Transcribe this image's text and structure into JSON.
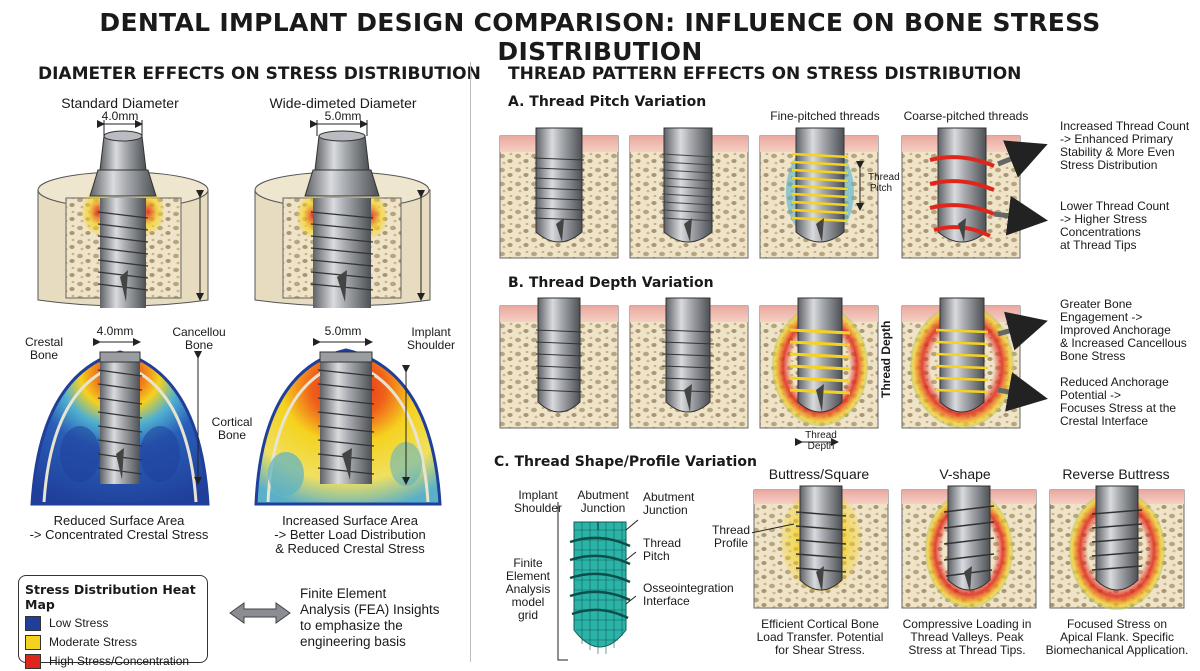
{
  "title": "DENTAL IMPLANT DESIGN COMPARISON: INFLUENCE ON BONE STRESS DISTRIBUTION",
  "diameter": {
    "heading": "DIAMETER EFFECTS ON STRESS DISTRIBUTION",
    "standard": {
      "label": "Standard Diameter",
      "dim": "4.0mm",
      "dim2": "4.0mm",
      "caption1": "Reduced Surface Area",
      "caption2": "-> Concentrated Crestal Stress"
    },
    "wide": {
      "label": "Wide-dimeted Diameter",
      "dim": "5.0mm",
      "dim2": "5.0mm",
      "caption1": "Increased Surface Area",
      "caption2": "-> Better Load Distribution",
      "caption3": "& Reduced Crestal Stress"
    },
    "crestal_bone": [
      "Crestal",
      "Bone"
    ],
    "cancellous_bone": [
      "Cancellou",
      "Bone"
    ],
    "implant_shoulder": [
      "Implant",
      "Shoulder"
    ],
    "cortical_bone": [
      "Cortical",
      "Bone"
    ]
  },
  "legend": {
    "title": "Stress Distribution Heat Map",
    "items": [
      {
        "label": "Low Stress",
        "color": "#1f3f9a"
      },
      {
        "label": "Moderate Stress",
        "color": "#f5d21f"
      },
      {
        "label": "High Stress/Concentration",
        "color": "#e0261b"
      }
    ]
  },
  "fea": {
    "lines": [
      "Finite Element",
      "Analysis (FEA) Insights",
      "to emphasize the",
      "engineering basis"
    ]
  },
  "thread": {
    "heading": "THREAD PATTERN EFFECTS ON STRESS DISTRIBUTION",
    "pitch": {
      "label": "A. Thread Pitch Variation",
      "fine": "Fine-pitched threads",
      "coarse": "Coarse-pitched threads",
      "thread_pitch_tag": [
        "Thread",
        "Pitch"
      ],
      "note1": [
        "Increased Thread Count",
        "-> Enhanced Primary",
        "Stability & More Even",
        "Stress Distribution"
      ],
      "note2": [
        "Lower Thread Count",
        "-> Higher Stress",
        "Concentrations",
        "at Thread Tips"
      ]
    },
    "depth": {
      "label": "B. Thread Depth Variation",
      "vertical_tag": "Thread Depth",
      "bottom_tag": [
        "Thread",
        "Depth"
      ],
      "note1": [
        "Greater Bone",
        "Engagement ->",
        "Improved Anchorage",
        "& Increased Cancellous",
        "Bone Stress"
      ],
      "note2": [
        "Reduced Anchorage",
        "Potential ->",
        "Focuses Stress at the",
        "Crestal Interface"
      ]
    },
    "shape": {
      "label": "C. Thread Shape/Profile Variation",
      "implant_shoulder": [
        "Implant",
        "Shoulder"
      ],
      "abutment_junction_a": [
        "Abutment",
        "Junction"
      ],
      "abutment_junction_b": [
        "Abutment",
        "Junction"
      ],
      "thread_pitch": [
        "Thread",
        "Pitch"
      ],
      "fea_grid": [
        "Finite",
        "Element",
        "Analysis",
        "model grid"
      ],
      "osseo": [
        "Osseointegration",
        "Interface"
      ],
      "thread_profile": [
        "Thread",
        "Profile"
      ],
      "types": [
        {
          "name": "Buttress/Square",
          "caption": [
            "Efficient Cortical Bone",
            "Load Transfer. Potential",
            "for Shear Stress."
          ]
        },
        {
          "name": "V-shape",
          "caption": [
            "Compressive Loading in",
            "Thread Valleys. Peak",
            "Stress at Thread Tips."
          ]
        },
        {
          "name": "Reverse Buttress",
          "caption": [
            "Focused Stress on",
            "Apical Flank. Specific",
            "Biomechanical Application."
          ]
        }
      ]
    }
  }
}
